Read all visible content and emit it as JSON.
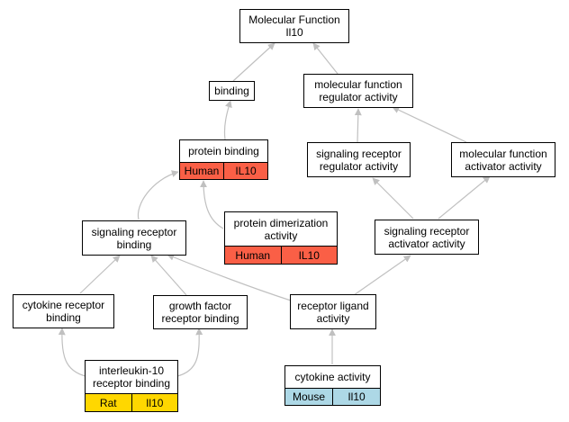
{
  "nodes": {
    "root": {
      "line1": "Molecular Function",
      "line2": "Il10"
    },
    "binding": {
      "line1": "binding"
    },
    "mfra": {
      "line1": "molecular function",
      "line2": "regulator activity"
    },
    "protein_binding": {
      "line1": "protein binding",
      "species": "Human",
      "gene": "IL10",
      "color": "#fa5f46"
    },
    "srra": {
      "line1": "signaling receptor",
      "line2": "regulator activity"
    },
    "mfaa": {
      "line1": "molecular function",
      "line2": "activator activity"
    },
    "prot_dimer": {
      "line1": "protein dimerization",
      "line2": "activity",
      "species": "Human",
      "gene": "IL10",
      "color": "#fa5f46"
    },
    "srb": {
      "line1": "signaling receptor",
      "line2": "binding"
    },
    "sraa": {
      "line1": "signaling receptor",
      "line2": "activator activity"
    },
    "crb": {
      "line1": "cytokine receptor",
      "line2": "binding"
    },
    "gfrb": {
      "line1": "growth factor",
      "line2": "receptor binding"
    },
    "rla": {
      "line1": "receptor ligand",
      "line2": "activity"
    },
    "il10rb": {
      "line1": "interleukin-10",
      "line2": "receptor binding",
      "species": "Rat",
      "gene": "Il10",
      "color": "#ffd700"
    },
    "cytokine": {
      "line1": "cytokine activity",
      "species": "Mouse",
      "gene": "Il10",
      "color": "#add8e6"
    }
  },
  "edge_color": "#c0c0c0"
}
